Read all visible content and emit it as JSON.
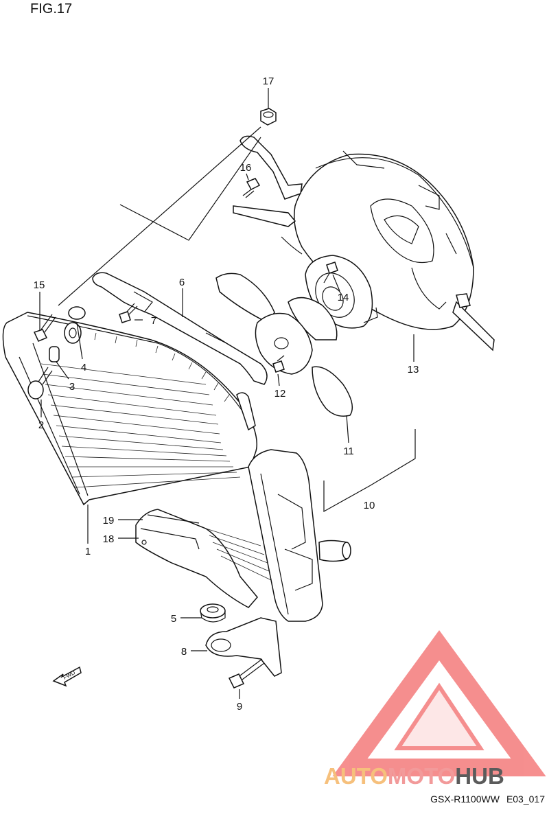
{
  "figure": {
    "title": "FIG.17",
    "model_code": "GSX-R1100WW",
    "sheet_code": "E03_017"
  },
  "watermark": {
    "text_part1": "AUTO",
    "text_part2": "MOTO",
    "text_part3": "HUB",
    "colors": {
      "logo": "#f47b7b",
      "auto": "#f6c07c",
      "moto": "#f29a9a",
      "hub": "#5b5b5b"
    }
  },
  "fwd_arrow": {
    "label": "FWD"
  },
  "parts": [
    {
      "number": "1"
    },
    {
      "number": "2"
    },
    {
      "number": "3"
    },
    {
      "number": "4"
    },
    {
      "number": "5"
    },
    {
      "number": "6"
    },
    {
      "number": "7"
    },
    {
      "number": "8"
    },
    {
      "number": "9"
    },
    {
      "number": "10"
    },
    {
      "number": "11"
    },
    {
      "number": "12"
    },
    {
      "number": "13"
    },
    {
      "number": "14"
    },
    {
      "number": "15"
    },
    {
      "number": "16"
    },
    {
      "number": "17"
    },
    {
      "number": "18"
    },
    {
      "number": "19"
    }
  ]
}
